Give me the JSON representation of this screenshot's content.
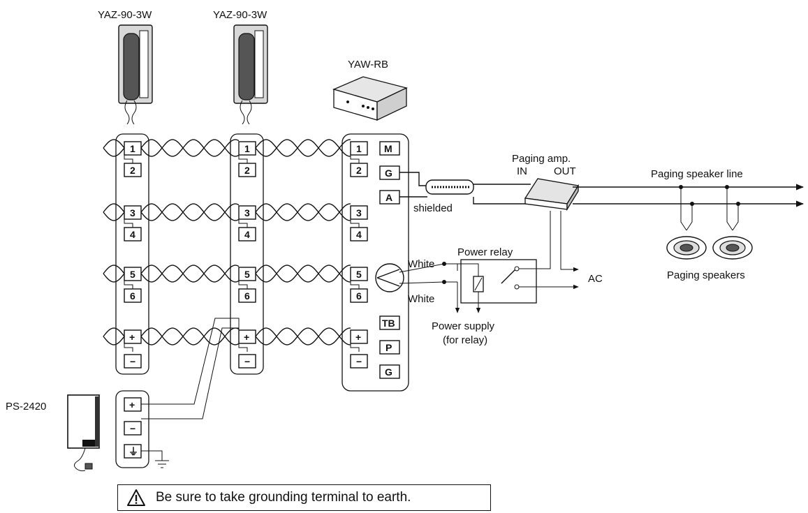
{
  "devices": {
    "station_1": "YAZ-90-3W",
    "station_2": "YAZ-90-3W",
    "relay_box": "YAW-RB",
    "power_supply": "PS-2420"
  },
  "paging_amp": {
    "title": "Paging amp.",
    "in_label": "IN",
    "out_label": "OUT"
  },
  "labels": {
    "shielded": "shielded",
    "power_relay": "Power relay",
    "white_1": "White",
    "white_2": "White",
    "ac": "AC",
    "power_supply_line1": "Power supply",
    "power_supply_line2": "(for relay)",
    "speaker_line": "Paging speaker line",
    "speakers": "Paging speakers"
  },
  "station_terminals": [
    "1",
    "2",
    "3",
    "4",
    "5",
    "6",
    "+",
    "−"
  ],
  "relay_terminals_left": [
    "1",
    "2",
    "3",
    "4",
    "5",
    "6",
    "+",
    "−"
  ],
  "relay_terminals_right": [
    "M",
    "G",
    "A",
    "TB",
    "P",
    "G"
  ],
  "psu_terminals": [
    "+",
    "−",
    "⏚"
  ],
  "note": {
    "icon": "warning-triangle-icon",
    "text": "Be sure to take grounding terminal to earth."
  }
}
